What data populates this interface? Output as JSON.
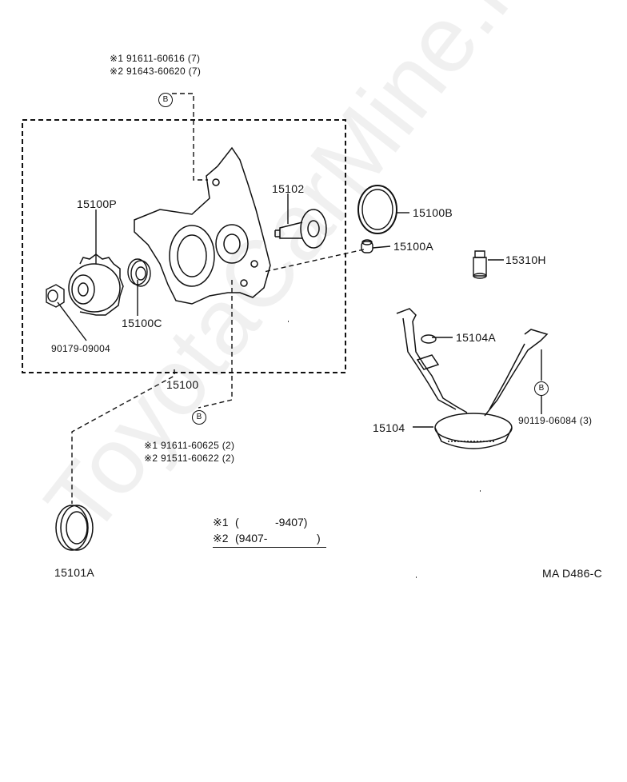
{
  "watermark": "ToyotaCarMine.ru",
  "labels": {
    "bolt_top_1": "※1  91611-60616 (7)",
    "bolt_top_2": "※2  91643-60620 (7)",
    "bolt_bottom_1": "※1  91611-60625 (2)",
    "bolt_bottom_2": "※2  91511-60622 (2)",
    "part_15100P": "15100P",
    "part_15102": "15102",
    "part_15100B": "15100B",
    "part_15100A": "15100A",
    "part_15310H": "15310H",
    "part_15100C": "15100C",
    "part_90179": "90179-09004",
    "part_15100": "15100",
    "part_15104A": "15104A",
    "part_15104": "15104",
    "part_90119": "90119-06084 (3)",
    "part_15101A": "15101A",
    "diagram_code": "MA D486-C",
    "b_marker": "B"
  },
  "legend": {
    "rows": [
      {
        "mark": "※1",
        "open": "(",
        "value": "-9407)"
      },
      {
        "mark": "※2",
        "open": "(9407-",
        "value": ")"
      }
    ]
  }
}
